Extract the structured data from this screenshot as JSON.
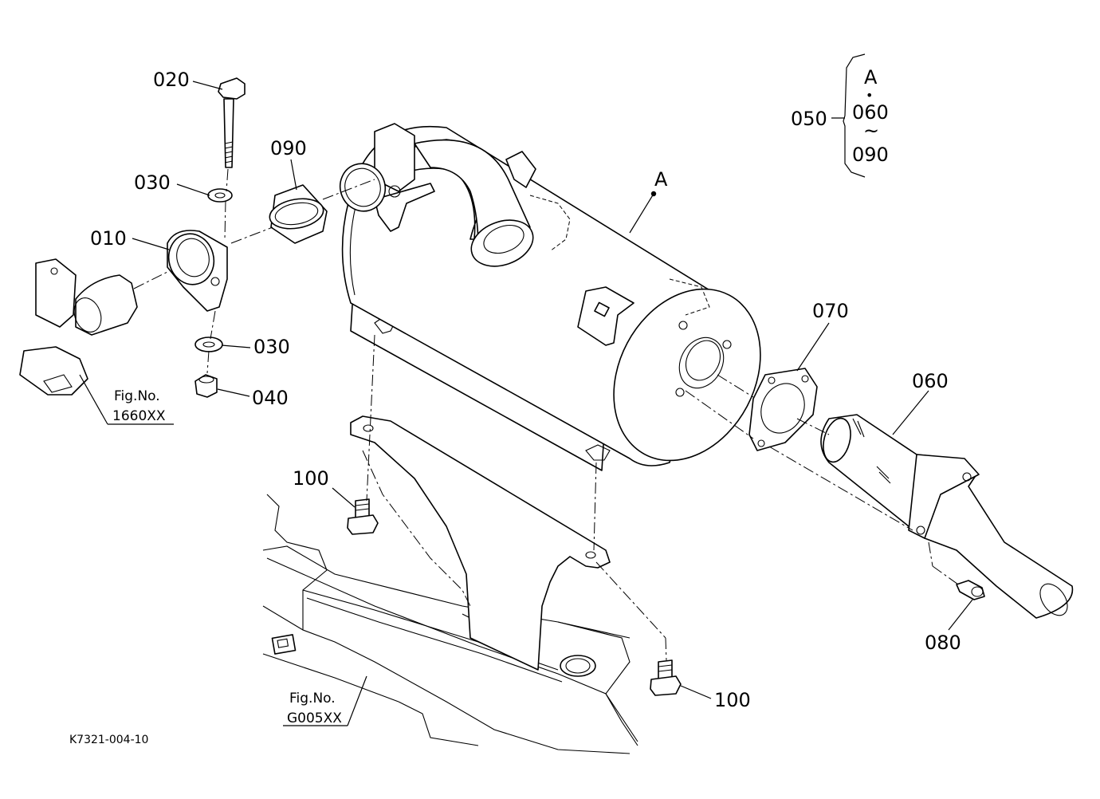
{
  "labels": {
    "p010": "010",
    "p020": "020",
    "p030_top": "030",
    "p030_bottom": "030",
    "p040": "040",
    "p050": "050",
    "p060": "060",
    "p070": "070",
    "p080": "080",
    "p090": "090",
    "p100_left": "100",
    "p100_right": "100",
    "assembly_a": "A"
  },
  "group_050": {
    "line1": "A",
    "line2": "•",
    "line3": "060",
    "line4": "~",
    "line5": "090"
  },
  "fig_refs": {
    "left_title": "Fig.No.",
    "left_number": "1660XX",
    "bottom_title": "Fig.No.",
    "bottom_number": "G005XX"
  },
  "drawing_code": "K7321-004-10"
}
